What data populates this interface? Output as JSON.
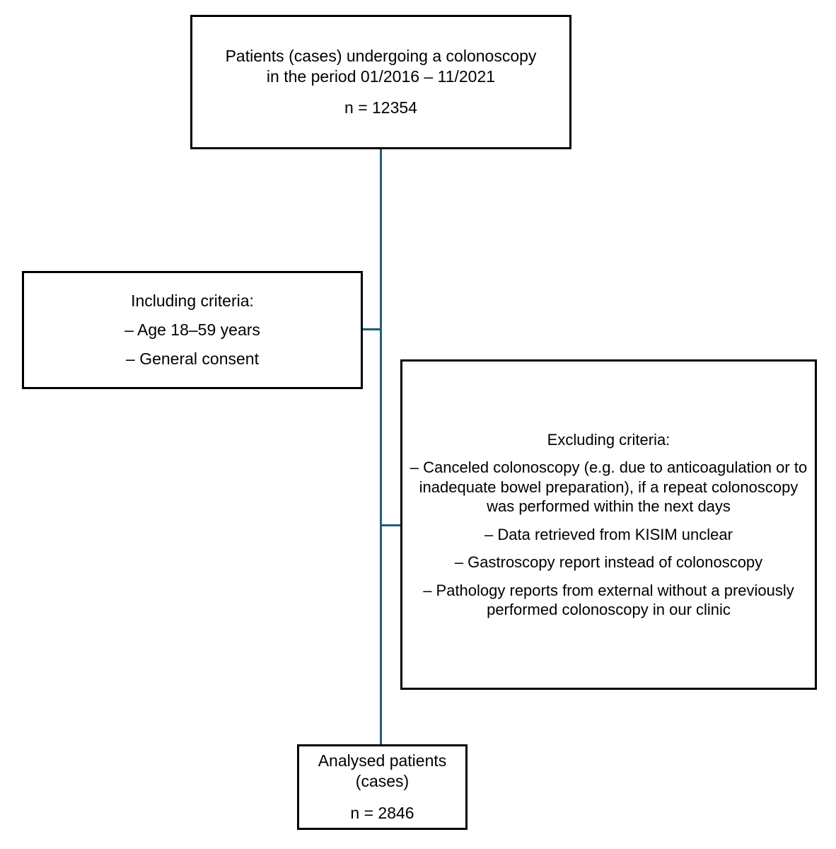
{
  "palette": {
    "connector_line": "#235E78",
    "box_border": "#000000",
    "background": "#FFFFFF"
  },
  "flowchart": {
    "top_box": {
      "lines": [
        "Patients (cases) undergoing a colonoscopy",
        "in the period 01/2016 – 11/2021"
      ],
      "n": "n = 12354"
    },
    "including_box": {
      "heading": "Including criteria:",
      "items": [
        "– Age 18–59 years",
        "– General consent"
      ]
    },
    "excluding_box": {
      "heading": "Excluding criteria:",
      "items": [
        "– Canceled colonoscopy (e.g. due to anticoagulation or to inadequate bowel preparation), if a repeat colonoscopy was performed within the next days",
        "– Data retrieved from KISIM unclear",
        "– Gastroscopy report instead of colonoscopy",
        "– Pathology reports from external without a previously performed colonoscopy in our clinic"
      ]
    },
    "result_box": {
      "lines": [
        "Analysed patients",
        "(cases)"
      ],
      "n": "n = 2846"
    }
  }
}
